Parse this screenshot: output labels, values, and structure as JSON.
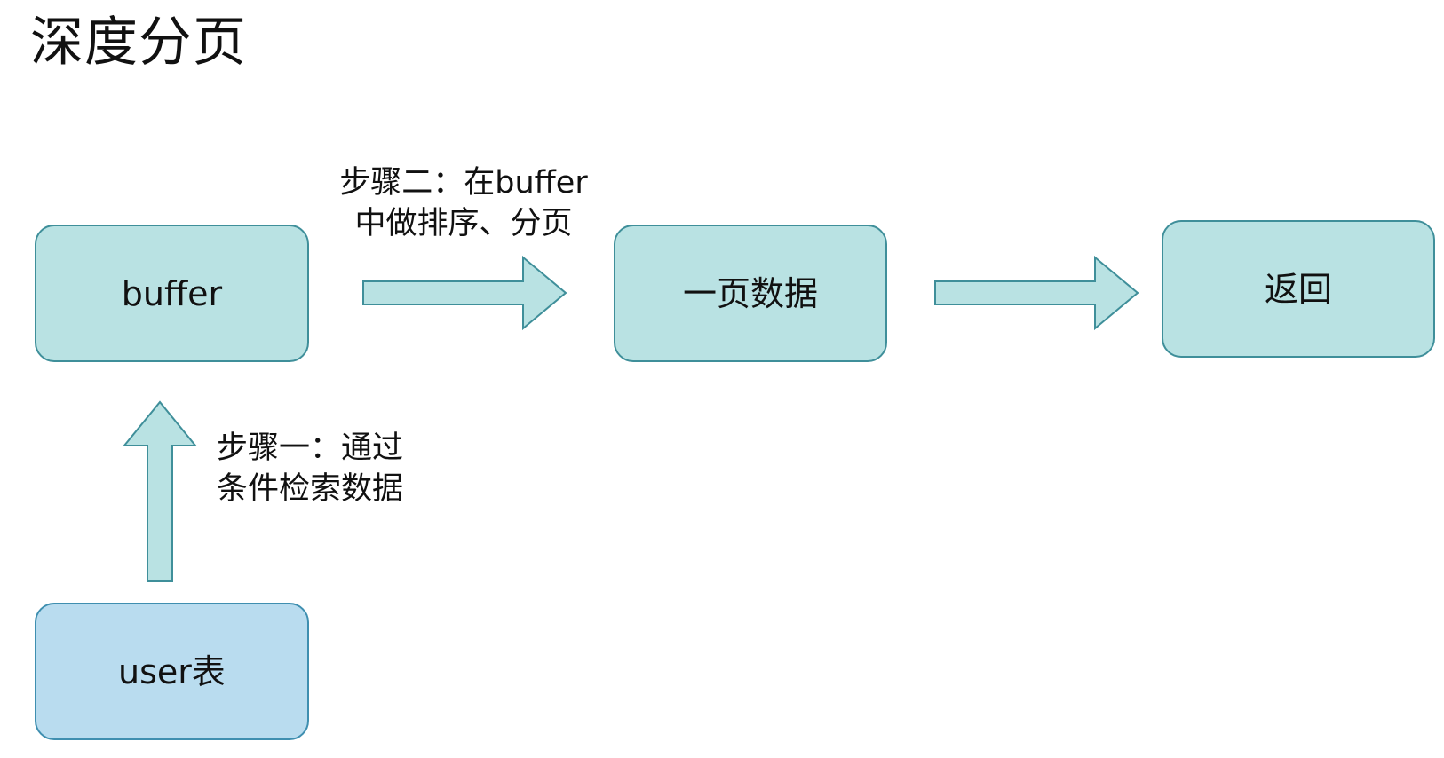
{
  "title": "深度分页",
  "nodes": {
    "buffer": "buffer",
    "page_data": "一页数据",
    "return": "返回",
    "user_table": "user表"
  },
  "steps": {
    "step_one": {
      "line1": "步骤一：通过",
      "line2": "条件检索数据"
    },
    "step_two": {
      "line1": "步骤二：在buffer",
      "line2": "中做排序、分页"
    }
  },
  "colors": {
    "teal_fill": "#b9e2e3",
    "teal_stroke": "#3f8f9a",
    "blue_fill": "#b9dcef",
    "blue_stroke": "#3f8fb0",
    "text": "#111111"
  }
}
